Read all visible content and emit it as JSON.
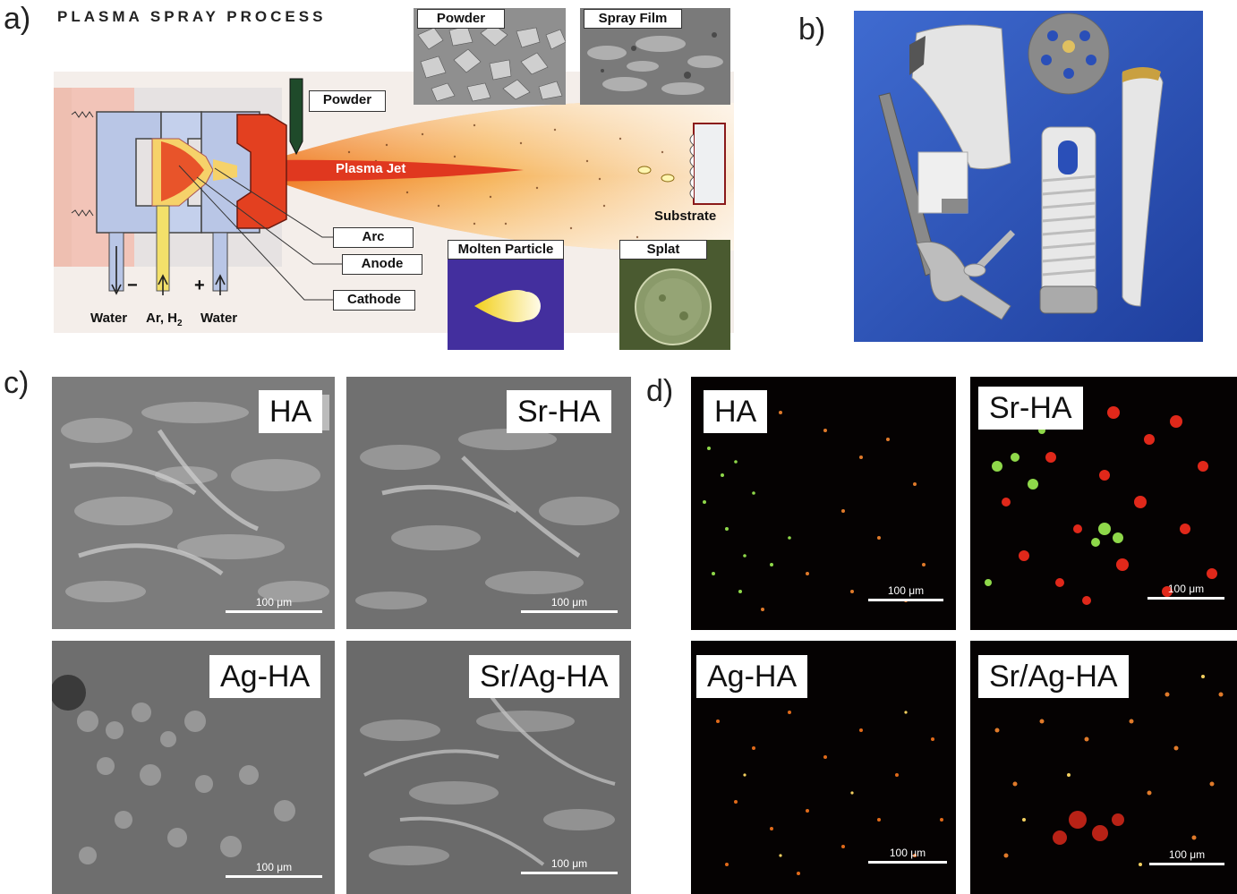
{
  "panel_a": {
    "letter": "a)",
    "title": "PLASMA SPRAY PROCESS",
    "labels": {
      "powder_top": "Powder",
      "spray_film": "Spray Film",
      "powder_feed": "Powder",
      "plasma_jet": "Plasma Jet",
      "substrate": "Substrate",
      "arc": "Arc",
      "anode": "Anode",
      "cathode": "Cathode",
      "molten_particle": "Molten Particle",
      "splat": "Splat",
      "water_left": "Water",
      "gas": "Ar, H",
      "gas_sub": "2",
      "water_right": "Water",
      "minus": "−",
      "plus": "+"
    }
  },
  "panel_b": {
    "letter": "b)"
  },
  "panel_c": {
    "letter": "c)",
    "images": [
      {
        "label": "HA",
        "scale": "100 μm"
      },
      {
        "label": "Sr-HA",
        "scale": "100 μm"
      },
      {
        "label": "Ag-HA",
        "scale": "100 μm"
      },
      {
        "label": "Sr/Ag-HA",
        "scale": "100 μm"
      }
    ]
  },
  "panel_d": {
    "letter": "d)",
    "images": [
      {
        "label": "HA",
        "scale": "100 μm"
      },
      {
        "label": "Sr-HA",
        "scale": "100 μm"
      },
      {
        "label": "Ag-HA",
        "scale": "100 μm"
      },
      {
        "label": "Sr/Ag-HA",
        "scale": "100 μm"
      }
    ]
  },
  "colors": {
    "plasma_red": "#e03a20",
    "plume_orange": "#f3a64a",
    "implant_bg": "#2a4fb8",
    "live_green": "#9be04a",
    "dead_red": "#e0281a"
  }
}
